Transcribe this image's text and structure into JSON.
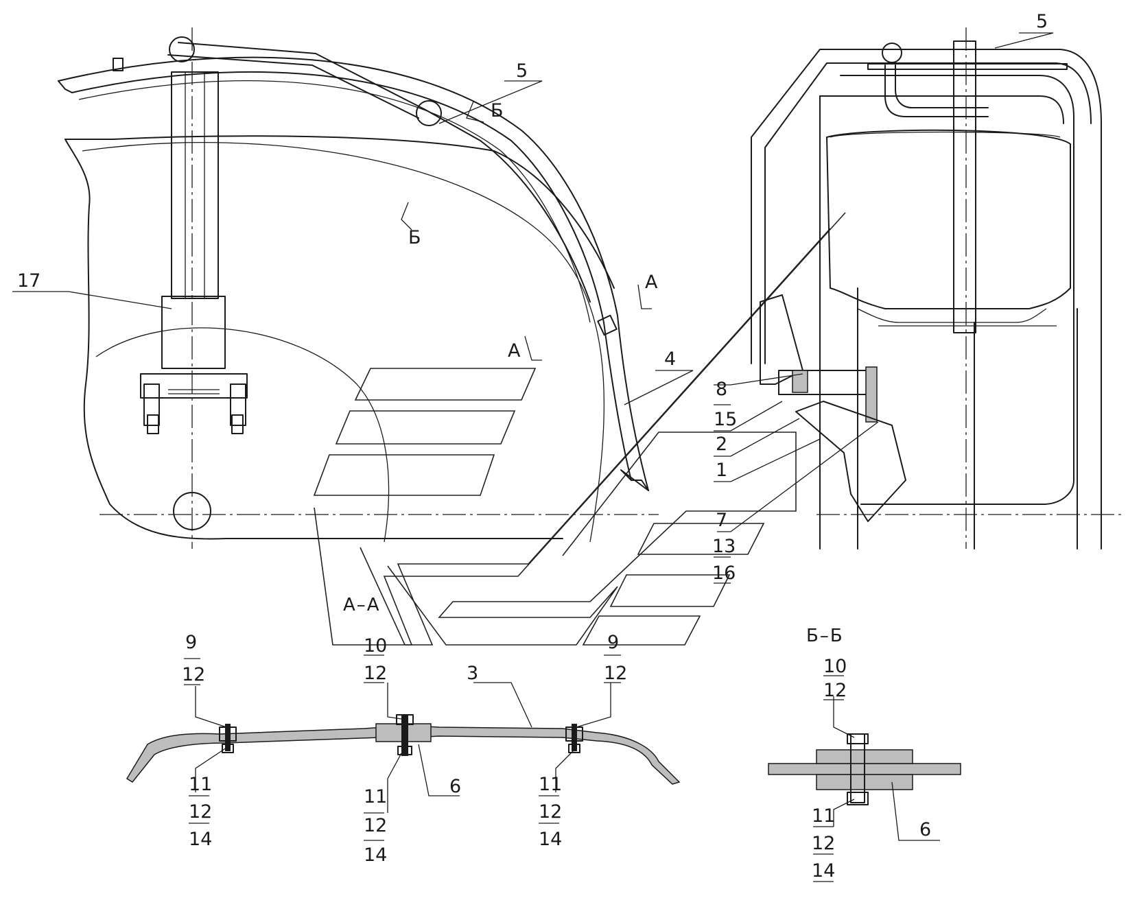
{
  "section_titles": {
    "aa": "А–А",
    "bb": "Б–Б"
  },
  "cut_marks": {
    "a": "А",
    "b": "Б"
  },
  "callouts": {
    "c17": "17",
    "c5_top": "5",
    "c5_mid": "5",
    "c4": "4",
    "c8": "8",
    "c15": "15",
    "c2": "2",
    "c1": "1",
    "c7": "7",
    "c13": "13",
    "c16": "16",
    "aa_left": [
      "9",
      "12",
      "11",
      "12",
      "14"
    ],
    "aa_mid": [
      "10",
      "12",
      "11",
      "12",
      "14"
    ],
    "aa_right": [
      "9",
      "12",
      "11",
      "12",
      "14"
    ],
    "aa_3": "3",
    "aa_6": "6",
    "bb": [
      "10",
      "12",
      "11",
      "12",
      "14"
    ],
    "bb_6": "6"
  }
}
